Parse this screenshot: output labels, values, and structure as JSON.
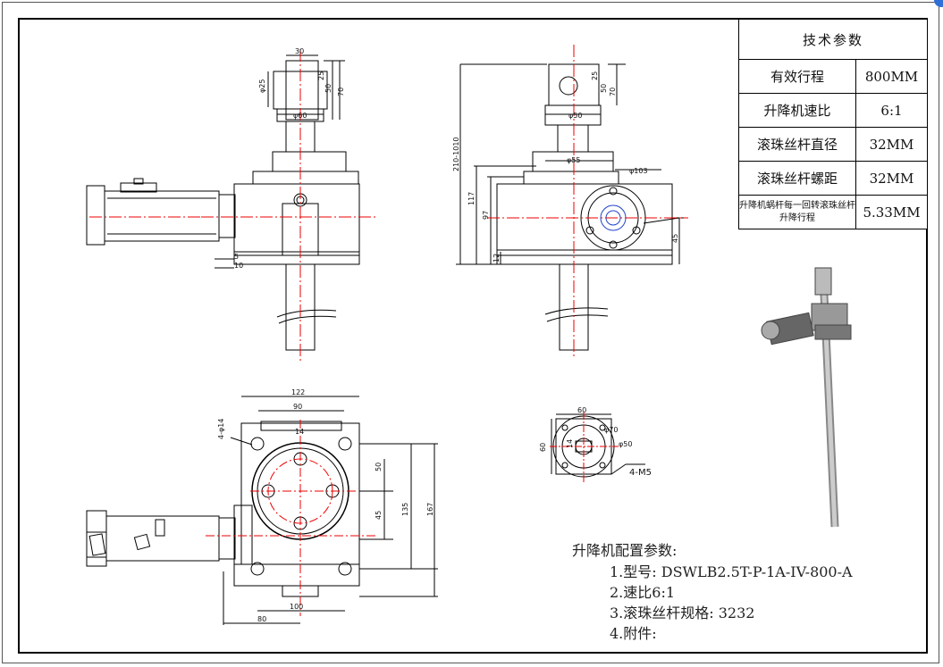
{
  "spec": {
    "title": "技术参数",
    "rows": [
      {
        "label": "有效行程",
        "value": "800MM"
      },
      {
        "label": "升降机速比",
        "value": "6:1"
      },
      {
        "label": "滚珠丝杆直径",
        "value": "32MM"
      },
      {
        "label": "滚珠丝杆螺距",
        "value": "32MM"
      },
      {
        "label": "升降机蜗杆每一回转滚珠丝杆升降行程",
        "value": "5.33MM"
      }
    ]
  },
  "config": {
    "heading": "升降机配置参数:",
    "items": [
      "1.型号: DSWLB2.5T-P-1A-IV-800-A",
      "2.速比6:1",
      "3.滚珠丝杆规格: 3232",
      "4.附件:"
    ]
  },
  "dims": {
    "front": {
      "top_w": "30",
      "d25": "φ25",
      "d25v": "25",
      "d50v": "50",
      "d70v": "70",
      "d60": "φ60",
      "d5": "5",
      "d10": "10"
    },
    "side": {
      "d210": "210-1010",
      "d117": "117",
      "d97": "97",
      "d12": "12",
      "d55": "φ55",
      "d50": "φ50",
      "d103": "φ103",
      "d45": "45",
      "d25v": "25",
      "d50v": "50",
      "d70v": "70"
    },
    "top": {
      "w122": "122",
      "w90": "90",
      "d14": "14",
      "hole": "4-φ14",
      "h50": "50",
      "h45": "45",
      "h135": "135",
      "h167": "167",
      "w100": "100",
      "w80": "80"
    },
    "flange": {
      "w60": "60",
      "h60": "60",
      "d70": "φ70",
      "d50": "φ50",
      "m5": "4-M5",
      "d14": "14"
    }
  }
}
